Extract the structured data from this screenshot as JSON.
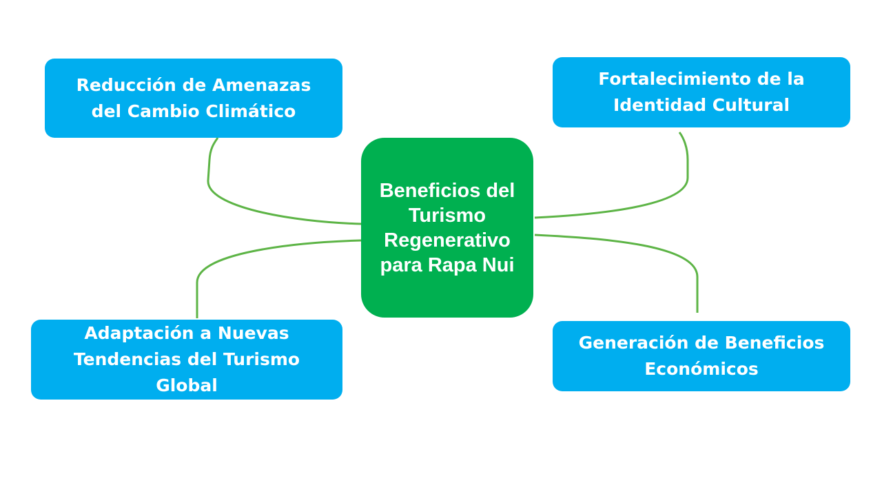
{
  "diagram": {
    "central": {
      "label": "Beneficios del Turismo Regenerativo para Rapa Nui",
      "color": "#00b050"
    },
    "branches": [
      {
        "label": "Reducción de Amenazas del Cambio Climático"
      },
      {
        "label": "Fortalecimiento de la Identidad Cultural"
      },
      {
        "label": "Adaptación a Nuevas Tendencias del Turismo Global"
      },
      {
        "label": "Generación de Beneficios Económicos"
      }
    ],
    "branch_color": "#00aeef",
    "connector_color": "#5db446"
  }
}
